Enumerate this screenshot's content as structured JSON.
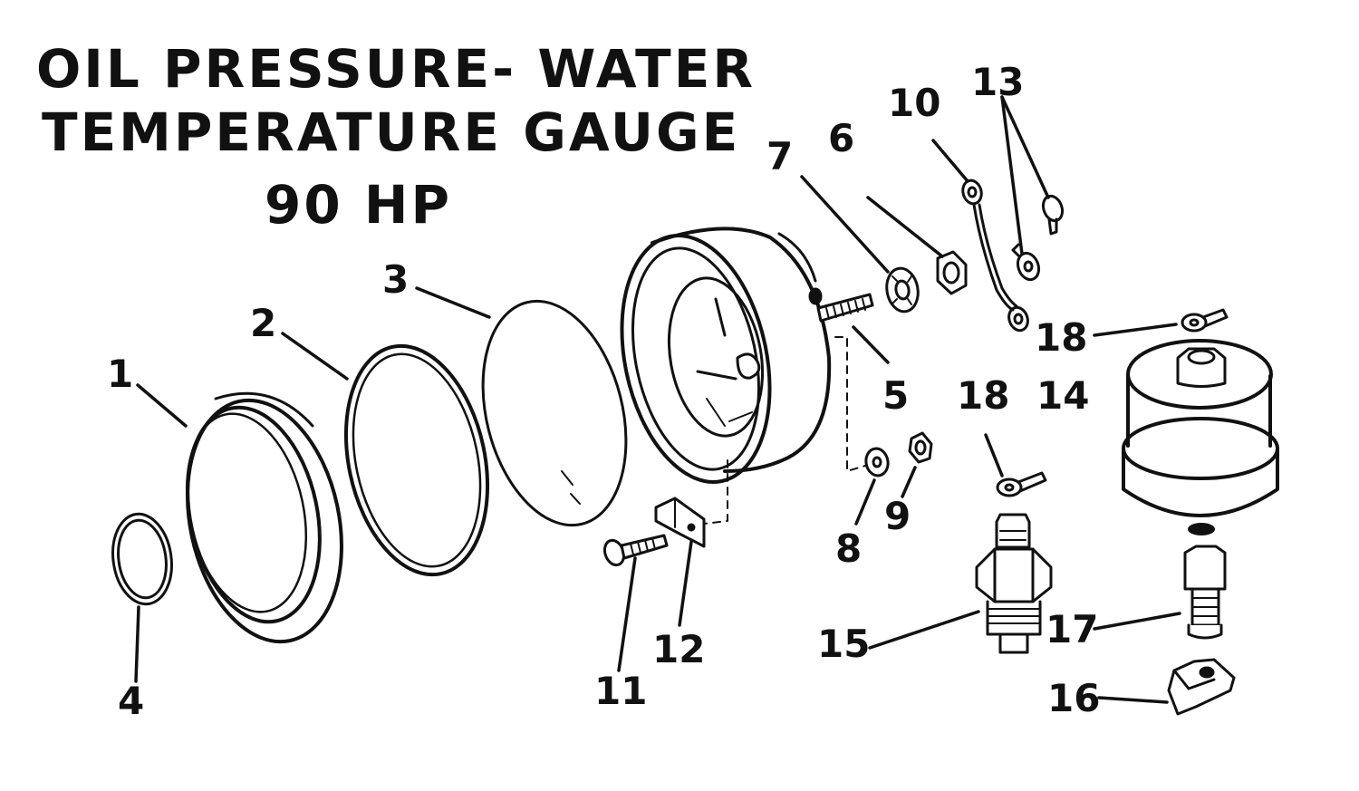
{
  "title": {
    "line1": "OIL PRESSURE- WATER",
    "line2": "TEMPERATURE GAUGE",
    "line3": "90 HP"
  },
  "callouts": [
    "1",
    "2",
    "3",
    "4",
    "5",
    "6",
    "7",
    "8",
    "9",
    "10",
    "11",
    "12",
    "13",
    "14",
    "15",
    "16",
    "17",
    "18",
    "18"
  ]
}
